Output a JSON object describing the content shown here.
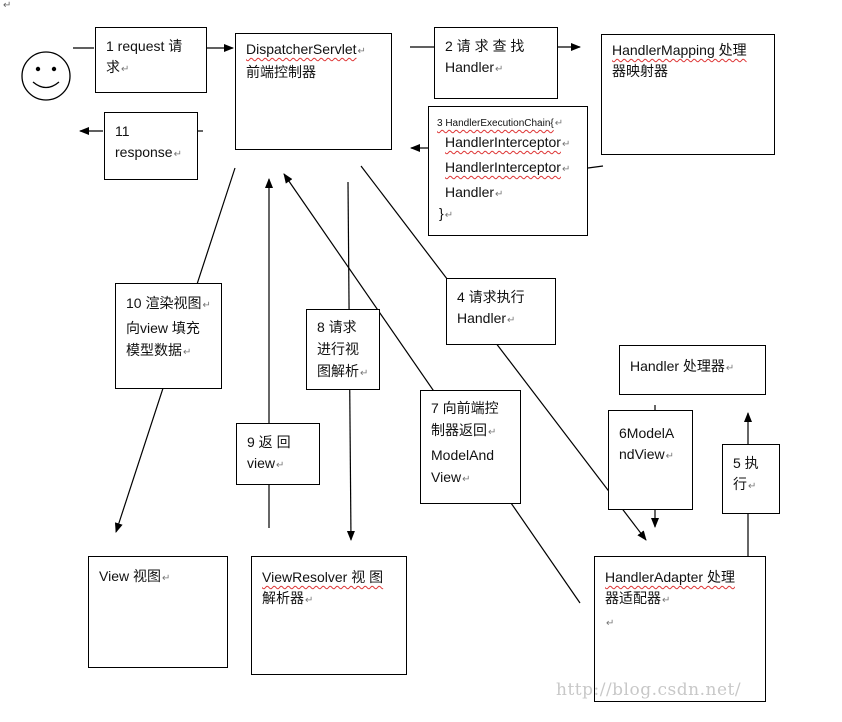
{
  "corner_mark": "↵",
  "actor": "smiley-face-user",
  "nodes": {
    "dispatcher": {
      "lines": [
        "DispatcherServlet",
        "前端控制器"
      ]
    },
    "handler_mapping": {
      "lines": [
        "HandlerMapping 处理",
        "器映射器"
      ]
    },
    "handler_chain": {
      "lines": [
        "3 HandlerExecutionChain{",
        "HandlerInterceptor",
        "HandlerInterceptor",
        "Handler",
        "}"
      ]
    },
    "handler": {
      "lines": [
        "Handler 处理器"
      ]
    },
    "handler_adapter": {
      "lines": [
        "HandlerAdapter  处理",
        "器适配器",
        ""
      ]
    },
    "view_resolver": {
      "lines": [
        "ViewResolver  视 图",
        "解析器"
      ]
    },
    "view": {
      "lines": [
        "View 视图"
      ]
    }
  },
  "steps": {
    "s1": {
      "lines": [
        "1  request 请",
        "求"
      ]
    },
    "s2": {
      "lines": [
        "2  请 求 查 找",
        "Handler"
      ]
    },
    "s4": {
      "lines": [
        "4  请求执行",
        "Handler"
      ]
    },
    "s5": {
      "lines": [
        "5  执",
        "行"
      ]
    },
    "s6": {
      "lines": [
        "6ModelA",
        "ndView"
      ]
    },
    "s7": {
      "lines": [
        "7 向前端控",
        "制器返回",
        "ModelAnd",
        "View"
      ]
    },
    "s8": {
      "lines": [
        "8  请求",
        "进行视",
        "图解析"
      ]
    },
    "s9": {
      "lines": [
        "9   返   回",
        "view"
      ]
    },
    "s10": {
      "lines": [
        "10 渲染视图",
        "向view 填充",
        "模型数据"
      ]
    },
    "s11": {
      "lines": [
        "11",
        "response"
      ]
    }
  },
  "watermark": "http://blog.csdn.net/"
}
